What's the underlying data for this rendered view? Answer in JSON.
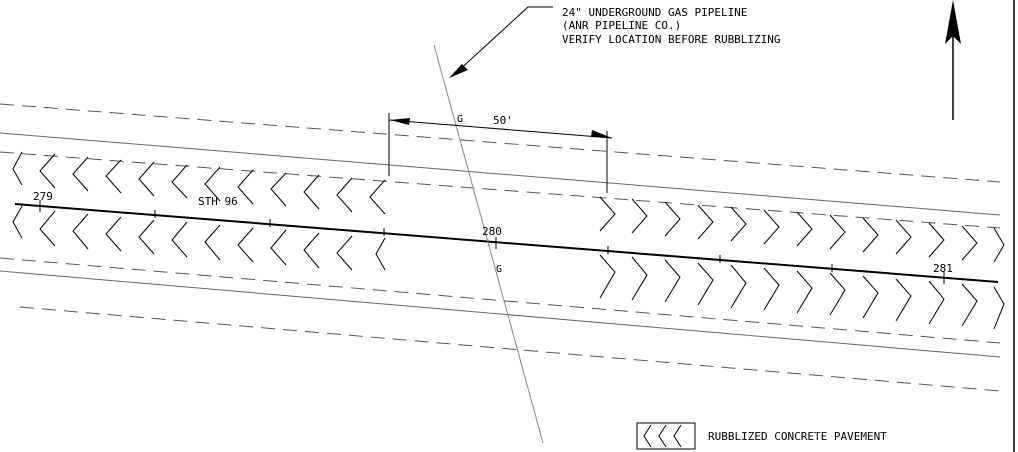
{
  "drawing": {
    "pipeline_note": {
      "line1": "24\" UNDERGROUND GAS PIPELINE",
      "line2": "(ANR PIPELINE CO.)",
      "line3": "VERIFY LOCATION BEFORE RUBBLIZING"
    },
    "pipe_symbol": "G",
    "dimension_label": "50'",
    "stations": [
      "279",
      "280",
      "281"
    ],
    "road_label": "STH 96",
    "legend_label": "RUBBLIZED CONCRETE PAVEMENT",
    "north_arrow": "north-arrow-icon"
  }
}
